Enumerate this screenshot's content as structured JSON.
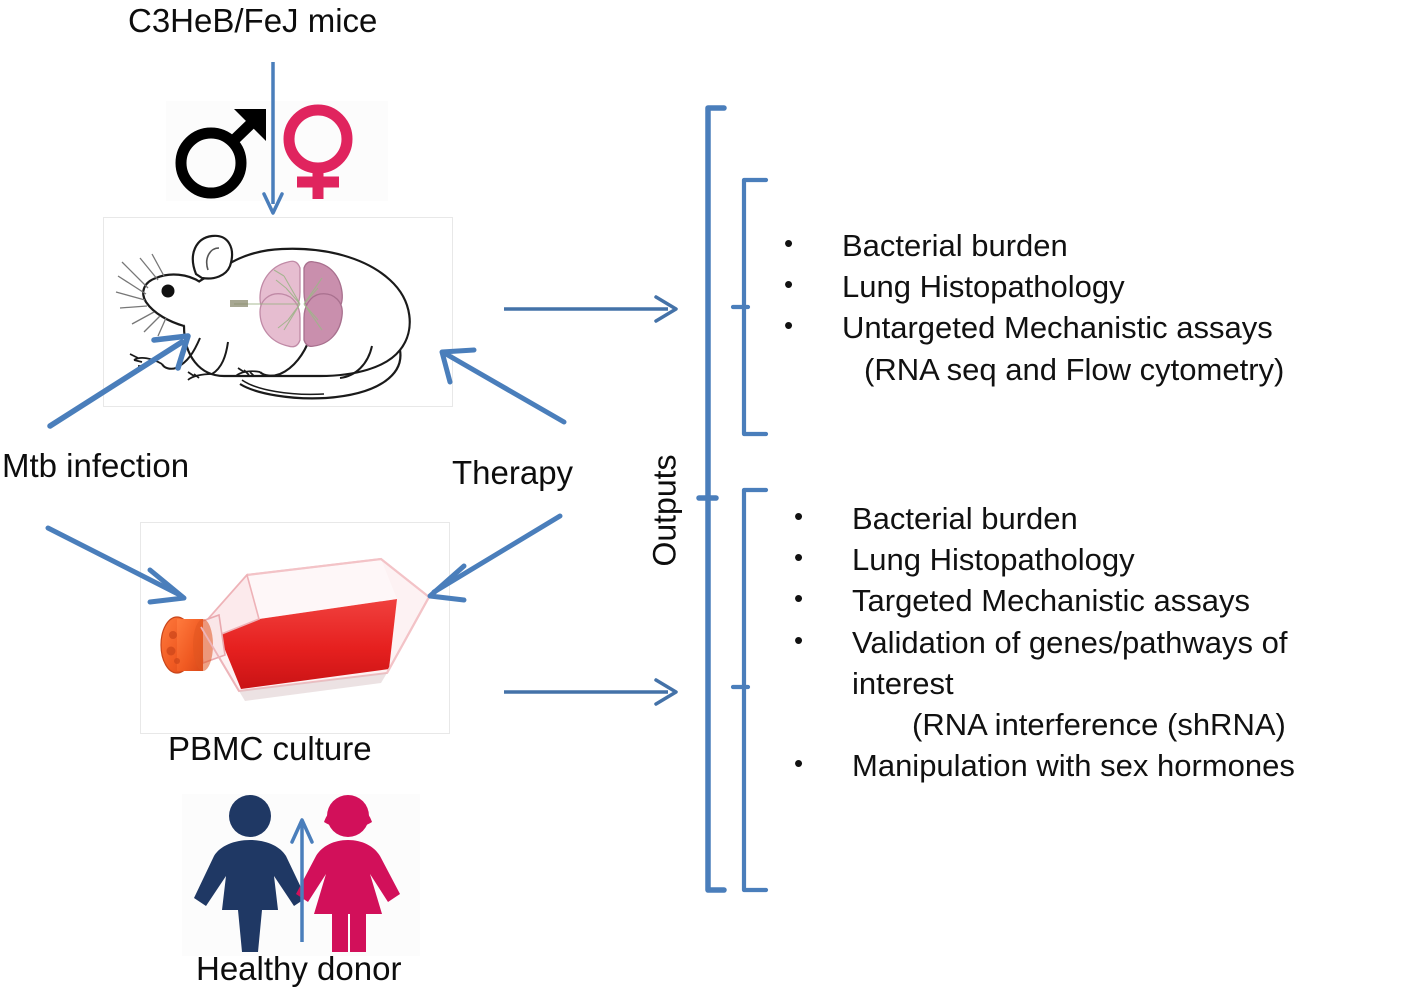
{
  "figure": {
    "title": "C3HeB/FeJ mice",
    "outputs_label": "Outputs"
  },
  "labels": {
    "mtb_infection": "Mtb infection",
    "therapy_mouse": "Therapy",
    "pbmc_culture": "PBMC culture",
    "healthy_donor": "Healthy donor"
  },
  "icons": {
    "male_symbol": "male-symbol-icon",
    "female_symbol": "female-symbol-icon",
    "mouse": "mouse-illustration-icon",
    "lungs": "lungs-icon",
    "flask": "culture-flask-icon",
    "donor_male": "male-person-icon",
    "donor_female": "female-person-icon",
    "up_arrow": "up-arrow-icon"
  },
  "outputs": {
    "in_vivo": {
      "items": [
        {
          "bullet": true,
          "text": "Bacterial burden",
          "indent": 0
        },
        {
          "bullet": true,
          "text": "Lung Histopathology",
          "indent": 0
        },
        {
          "bullet": true,
          "text": "Untargeted Mechanistic assays",
          "indent": 0
        },
        {
          "bullet": false,
          "text": "(RNA seq and Flow cytometry)",
          "indent": 1
        }
      ]
    },
    "in_vitro": {
      "items": [
        {
          "bullet": true,
          "text": "Bacterial burden",
          "indent": 0
        },
        {
          "bullet": true,
          "text": "Lung Histopathology",
          "indent": 0
        },
        {
          "bullet": true,
          "text": "Targeted Mechanistic assays",
          "indent": 0
        },
        {
          "bullet": true,
          "text": "Validation of genes/pathways of",
          "indent": 0
        },
        {
          "bullet": false,
          "text": "interest",
          "indent": 0
        },
        {
          "bullet": false,
          "text": "(RNA interference (shRNA)",
          "indent": 2
        },
        {
          "bullet": true,
          "text": "Manipulation with sex hormones",
          "indent": 0
        }
      ]
    }
  },
  "colors": {
    "arrow_blue": "#4A7EBB",
    "bracket_blue": "#4A7EBB",
    "male_symbol": "#000000",
    "female_symbol": "#E0245E",
    "donor_male": "#1F3864",
    "donor_female": "#D2105A",
    "flask_medium": "#E8312F",
    "flask_cap": "#F05A22",
    "lung_pink": "#D8A8BE",
    "text": "#0d0d0d"
  }
}
